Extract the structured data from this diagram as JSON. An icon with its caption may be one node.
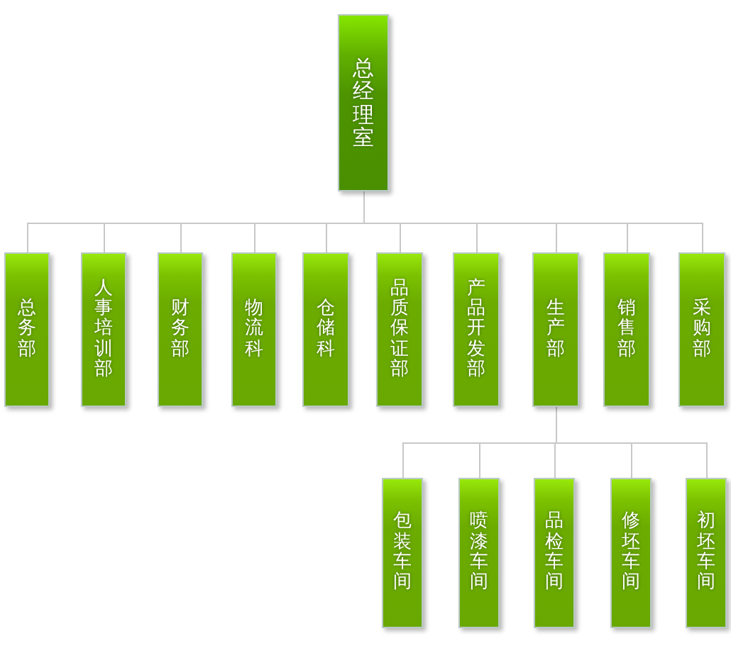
{
  "diagram": {
    "nodes": [
      {
        "text": [
          "总经理室"
        ]
      },
      {
        "text": [
          "总务部"
        ]
      },
      {
        "text": [
          "人事培训部"
        ]
      },
      {
        "text": [
          "财务部"
        ]
      },
      {
        "text": [
          "物流科"
        ]
      },
      {
        "text": [
          "仓储科"
        ]
      },
      {
        "text": [
          "品质保证部"
        ]
      },
      {
        "text": [
          "产品开发部"
        ]
      },
      {
        "text": [
          "生产部"
        ]
      },
      {
        "text": [
          "销售部"
        ]
      },
      {
        "text": [
          "采购部"
        ]
      },
      {
        "text": [
          "包装车间"
        ]
      },
      {
        "text": [
          "喷漆车间"
        ]
      },
      {
        "text": [
          "品检车间"
        ]
      },
      {
        "text": [
          "修坯车间"
        ]
      },
      {
        "text": [
          "初坯车间"
        ]
      }
    ],
    "edges": [
      {
        "from": 0,
        "to": 1,
        "arrow": "none"
      },
      {
        "from": 0,
        "to": 2,
        "arrow": "none"
      },
      {
        "from": 0,
        "to": 3,
        "arrow": "none"
      },
      {
        "from": 0,
        "to": 4,
        "arrow": "none"
      },
      {
        "from": 0,
        "to": 5,
        "arrow": "none"
      },
      {
        "from": 0,
        "to": 6,
        "arrow": "none"
      },
      {
        "from": 0,
        "to": 7,
        "arrow": "none"
      },
      {
        "from": 0,
        "to": 8,
        "arrow": "none"
      },
      {
        "from": 0,
        "to": 9,
        "arrow": "none"
      },
      {
        "from": 0,
        "to": 10,
        "arrow": "none"
      },
      {
        "from": 8,
        "to": 11,
        "arrow": "none"
      },
      {
        "from": 8,
        "to": 12,
        "arrow": "none"
      },
      {
        "from": 8,
        "to": 13,
        "arrow": "none"
      },
      {
        "from": 8,
        "to": 14,
        "arrow": "none"
      },
      {
        "from": 8,
        "to": 15,
        "arrow": "none"
      }
    ]
  }
}
